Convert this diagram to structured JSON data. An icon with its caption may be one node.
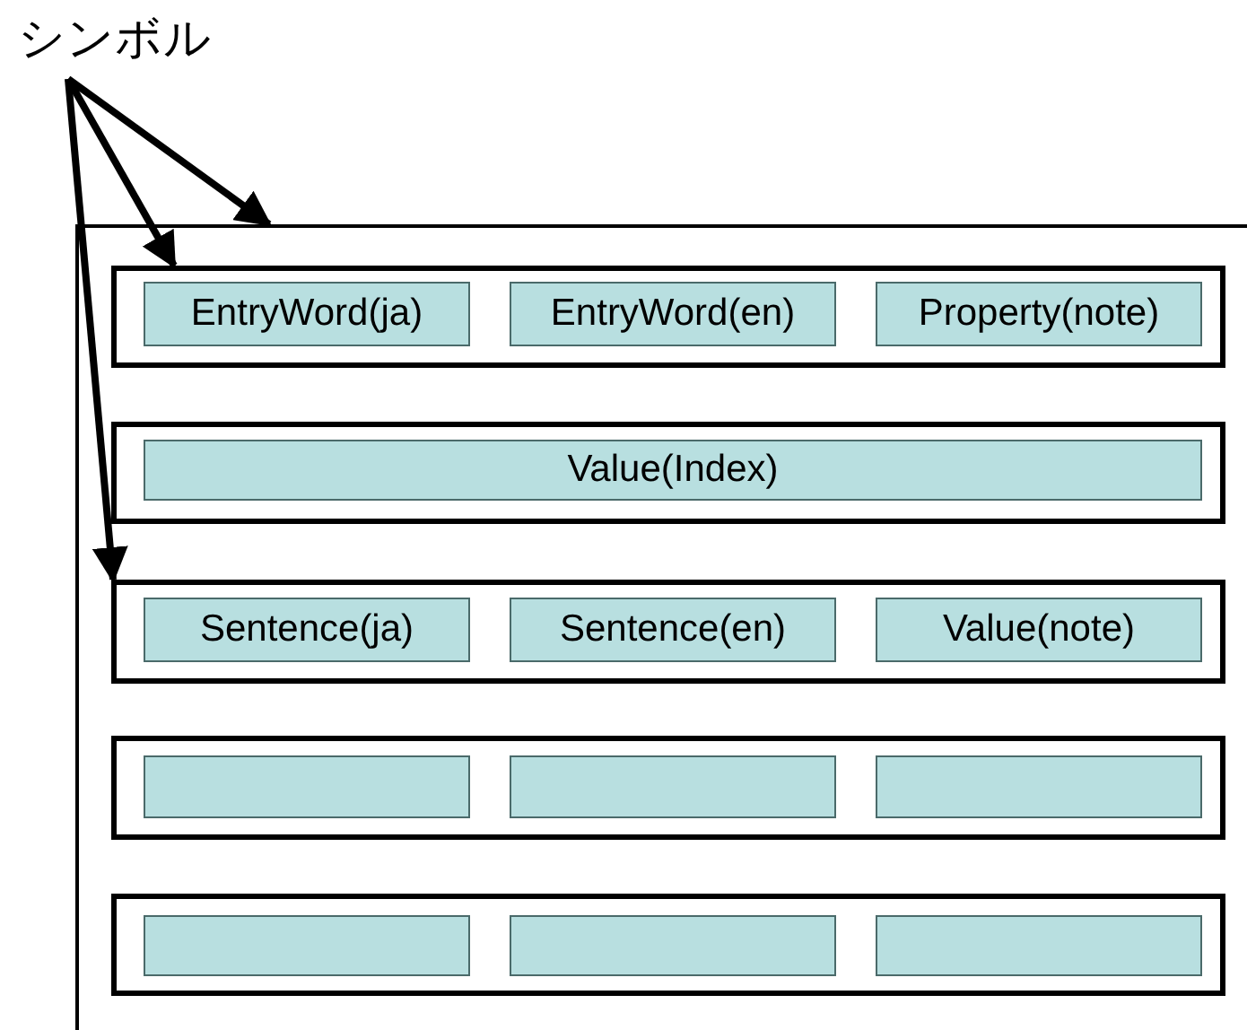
{
  "diagram": {
    "nodes": [
      {
        "text": [
          "シンボル"
        ]
      },
      {
        "text": [],
        "shape": "box"
      },
      {
        "text": [],
        "shape": "box",
        "in": 1
      },
      {
        "text": [
          "EntryWord(ja)"
        ],
        "in": 2
      },
      {
        "text": [
          "EntryWord(en)"
        ],
        "in": 2
      },
      {
        "text": [
          "Property(note)"
        ],
        "in": 2
      },
      {
        "text": [],
        "shape": "box",
        "in": 1
      },
      {
        "text": [
          "Value(Index)"
        ],
        "in": 6
      },
      {
        "text": [],
        "shape": "box",
        "in": 1
      },
      {
        "text": [
          "Sentence(ja)"
        ],
        "in": 8
      },
      {
        "text": [
          "Sentence(en)"
        ],
        "in": 8
      },
      {
        "text": [
          "Value(note)"
        ],
        "in": 8
      },
      {
        "text": [],
        "shape": "box",
        "in": 1
      },
      {
        "text": [],
        "shape": "box",
        "in": 12
      },
      {
        "text": [],
        "shape": "box",
        "in": 12
      },
      {
        "text": [],
        "shape": "box",
        "in": 12
      },
      {
        "text": [],
        "shape": "box",
        "in": 1
      },
      {
        "text": [],
        "shape": "box",
        "in": 16
      },
      {
        "text": [],
        "shape": "box",
        "in": 16
      },
      {
        "text": [],
        "shape": "box",
        "in": 16
      }
    ],
    "edges": [
      {
        "from": 0,
        "to": 1,
        "arrow": "to"
      },
      {
        "from": 0,
        "to": 2,
        "arrow": "to"
      },
      {
        "from": 0,
        "to": 8,
        "arrow": "to"
      }
    ]
  }
}
